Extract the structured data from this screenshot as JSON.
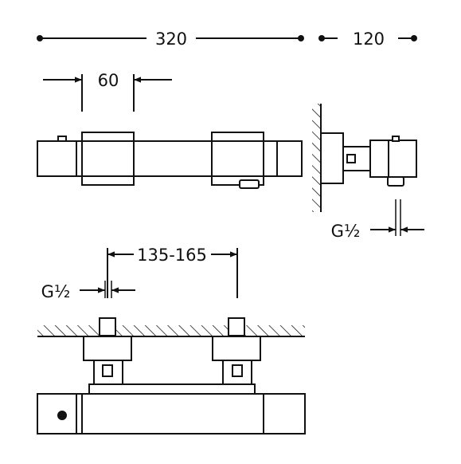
{
  "dimensions": {
    "overall_length": "320",
    "depth": "120",
    "handle_width": "60",
    "center_distance": "135-165",
    "thread_side": "G½",
    "thread_bottom": "G½"
  },
  "colors": {
    "line": "#111111",
    "background": "#ffffff"
  }
}
